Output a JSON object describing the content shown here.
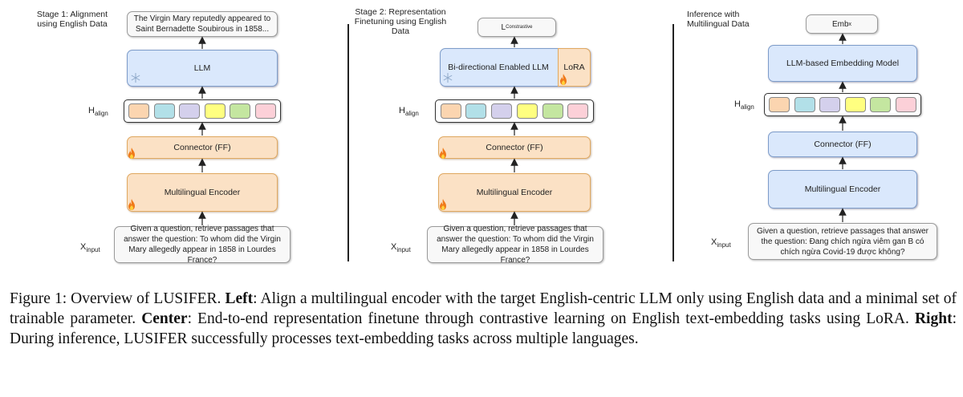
{
  "panels": [
    {
      "stage_label": "Stage 1:  Alignment using English Data",
      "output": "The Virgin Mary reputedly appeared to Saint Bernadette Soubirous in 1858...",
      "model": "LLM",
      "h_label": "H",
      "h_sub": "align",
      "connector": "Connector (FF)",
      "encoder": "Multilingual Encoder",
      "x_label": "X",
      "x_sub": "input",
      "input": "Given a question, retrieve passages that answer the question: To whom did the Virgin Mary allegedly appear in 1858 in Lourdes France?"
    },
    {
      "stage_label": "Stage 2: Representation Finetuning using English Data",
      "output": "L",
      "output_sub": "Constrastive",
      "model": "Bi-directional Enabled LLM",
      "lora": "LoRA",
      "h_label": "H",
      "h_sub": "align",
      "connector": "Connector (FF)",
      "encoder": "Multilingual Encoder",
      "x_label": "X",
      "x_sub": "input",
      "input": "Given a question, retrieve passages that answer the question: To whom did the Virgin Mary allegedly appear in 1858 in Lourdes France?"
    },
    {
      "stage_label": "Inference with Multilingual Data",
      "output": "Emb",
      "output_sub": "x",
      "model": "LLM-based Embedding Model",
      "h_label": "H",
      "h_sub": "align",
      "connector": "Connector (FF)",
      "encoder": "Multilingual Encoder",
      "x_label": "X",
      "x_sub": "input",
      "input": "Given a question, retrieve passages that answer the question: Đang chích ngừa viêm gan B có chích ngừa Covid-19 được không?"
    }
  ],
  "token_colors": [
    "#fbd5b0",
    "#b2e0e8",
    "#d4d0ec",
    "#ffff80",
    "#c4e6a0",
    "#fcd0d8"
  ],
  "caption": {
    "lead": "Figure 1: Overview of LUSIFER. ",
    "left_label": "Left",
    "left_text": ": Align a multilingual encoder with the target English-centric LLM only using English data and a minimal set of trainable parameter. ",
    "center_label": "Center",
    "center_text": ": End-to-end representation finetune through contrastive learning on English text-embedding tasks using LoRA. ",
    "right_label": "Right",
    "right_text": ": During inference, LUSIFER successfully processes text-embedding tasks across multiple languages."
  }
}
